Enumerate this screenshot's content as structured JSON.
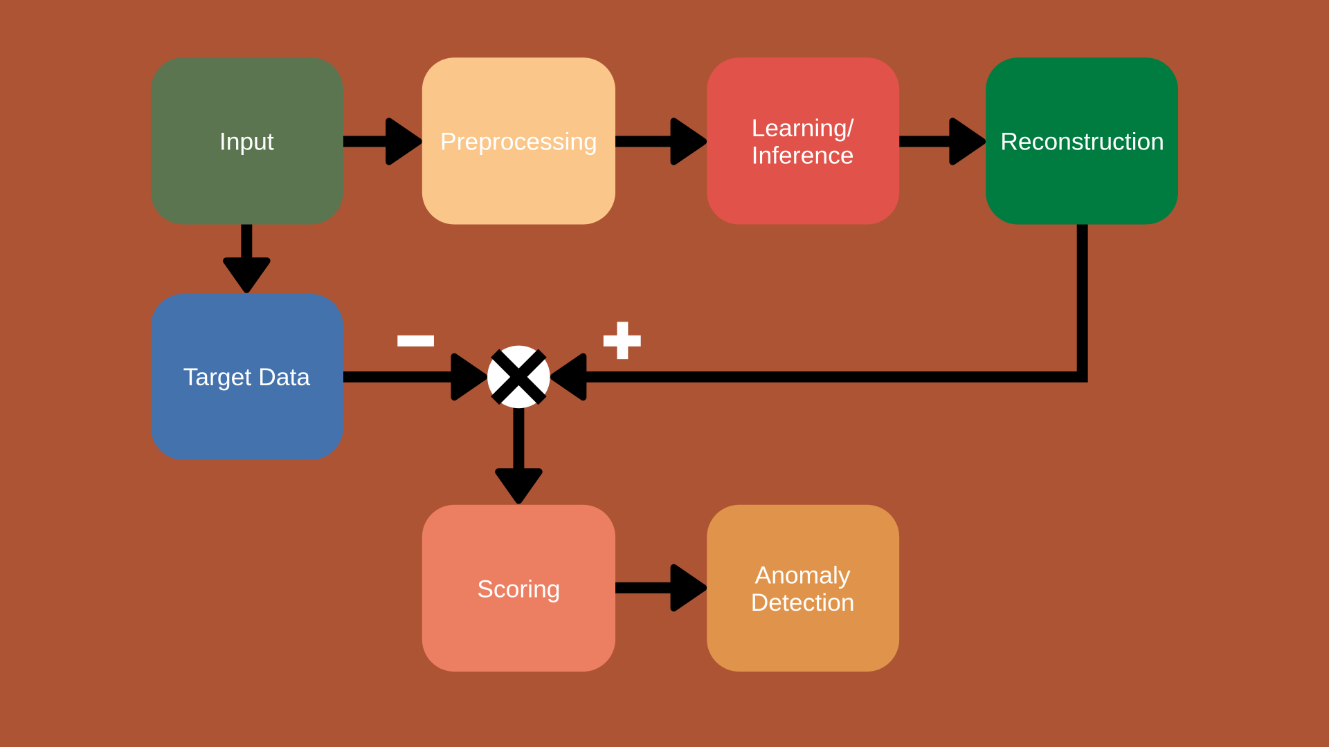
{
  "background": "#AD5434",
  "nodes": {
    "input": {
      "lines": [
        "Input"
      ],
      "color": "#5B7551"
    },
    "preprocessing": {
      "lines": [
        "Preprocessing"
      ],
      "color": "#FBC68A"
    },
    "learning": {
      "lines": [
        "Learning/",
        "Inference"
      ],
      "color": "#E0524A"
    },
    "reconstruction": {
      "lines": [
        "Reconstruction"
      ],
      "color": "#007C40"
    },
    "target": {
      "lines": [
        "Target Data"
      ],
      "color": "#4472AC"
    },
    "scoring": {
      "lines": [
        "Scoring"
      ],
      "color": "#EC7F62"
    },
    "anomaly": {
      "lines": [
        "Anomaly",
        "Detection"
      ],
      "color": "#E0944B"
    }
  },
  "junction": {
    "symbol": "multiply-circle",
    "minus_sign": "−",
    "plus_sign": "+"
  }
}
